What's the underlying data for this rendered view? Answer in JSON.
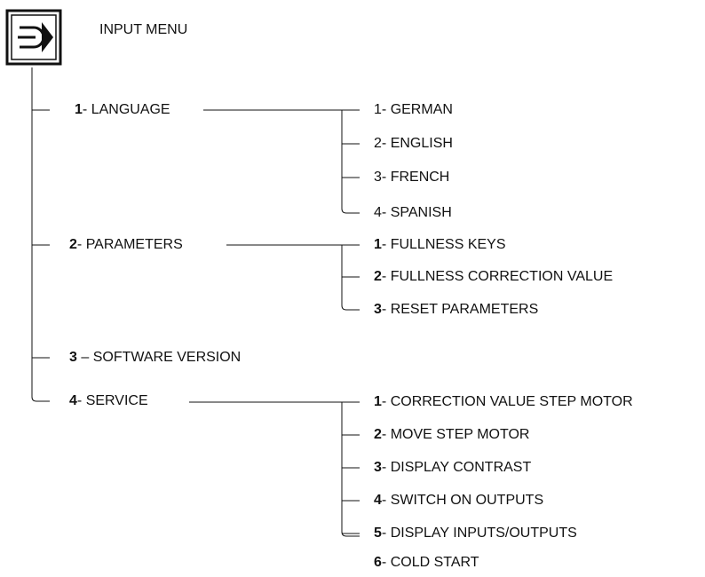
{
  "header": {
    "title": "INPUT MENU",
    "icon": "input-menu-icon"
  },
  "menu": [
    {
      "num": "1",
      "sep": "- ",
      "text": "LANGUAGE",
      "sub": [
        {
          "num": "1",
          "sep": "- ",
          "text": "GERMAN"
        },
        {
          "num": "2",
          "sep": "- ",
          "text": "ENGLISH"
        },
        {
          "num": "3",
          "sep": "- ",
          "text": "FRENCH"
        },
        {
          "num": "4",
          "sep": "- ",
          "text": "SPANISH"
        }
      ]
    },
    {
      "num": "2",
      "sep": "- ",
      "text": "PARAMETERS",
      "sub": [
        {
          "num": "1",
          "sep": "- ",
          "text": "FULLNESS KEYS"
        },
        {
          "num": "2",
          "sep": "- ",
          "text": "FULLNESS CORRECTION VALUE"
        },
        {
          "num": "3",
          "sep": "- ",
          "text": "RESET PARAMETERS"
        }
      ]
    },
    {
      "num": "3",
      "sep": " – ",
      "text": "SOFTWARE VERSION",
      "sub": []
    },
    {
      "num": "4",
      "sep": "- ",
      "text": "SERVICE",
      "sub": [
        {
          "num": "1",
          "sep": "- ",
          "text": "CORRECTION VALUE STEP MOTOR"
        },
        {
          "num": "2",
          "sep": "- ",
          "text": "MOVE STEP MOTOR"
        },
        {
          "num": "3",
          "sep": "- ",
          "text": "DISPLAY CONTRAST"
        },
        {
          "num": "4",
          "sep": "- ",
          "text": "SWITCH ON OUTPUTS"
        },
        {
          "num": "5",
          "sep": "- ",
          "text": "DISPLAY INPUTS/OUTPUTS"
        },
        {
          "num": "6",
          "sep": "- ",
          "text": "COLD START"
        }
      ]
    }
  ]
}
